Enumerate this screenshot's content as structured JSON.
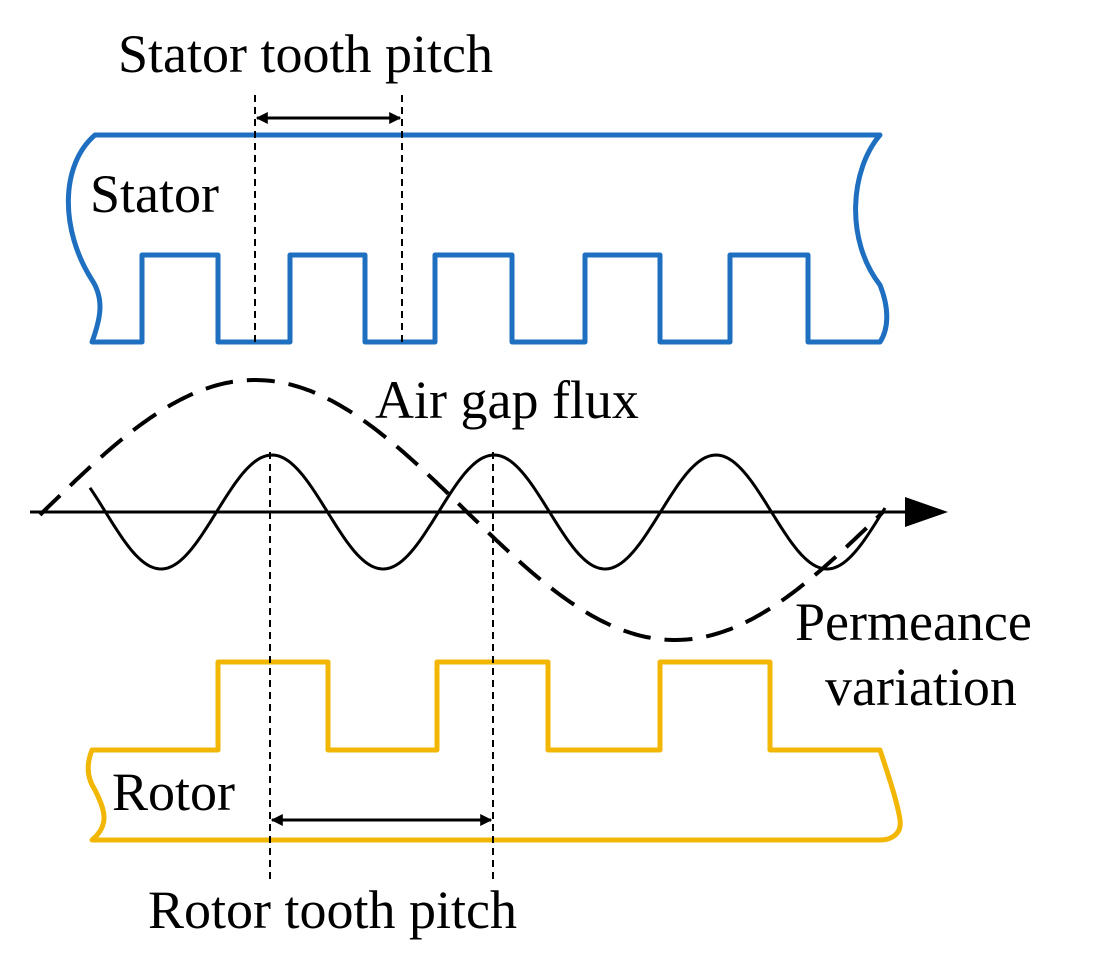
{
  "labels": {
    "stator_pitch": "Stator tooth pitch",
    "stator": "Stator",
    "air_gap_flux": "Air gap flux",
    "permeance_line1": "Permeance",
    "permeance_line2": "variation",
    "rotor": "Rotor",
    "rotor_pitch": "Rotor tooth pitch"
  },
  "colors": {
    "stator": "#1f6fc1",
    "rotor": "#f2b705",
    "ink": "#000000"
  }
}
